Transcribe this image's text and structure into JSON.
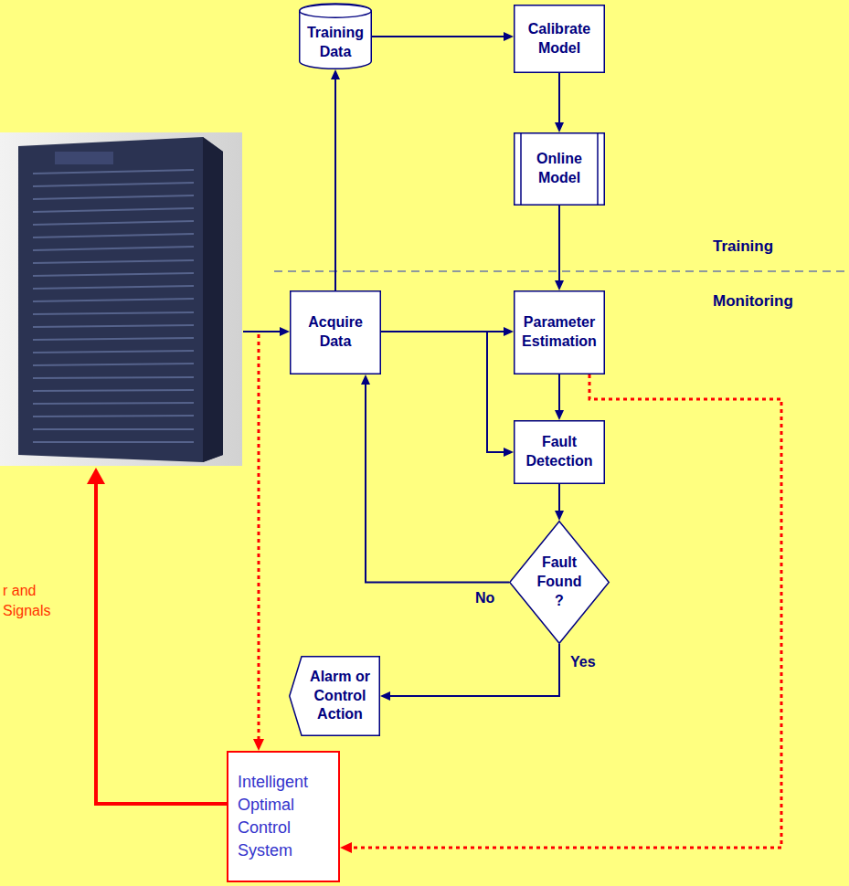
{
  "diagram": {
    "nodes": [
      {
        "text": [
          "Training Data"
        ]
      },
      {
        "text": [
          "Calibrate Model"
        ]
      },
      {
        "text": [
          "Online Model"
        ]
      },
      {
        "text": [
          "Acquire Data"
        ]
      },
      {
        "text": [
          "Parameter Estimation"
        ]
      },
      {
        "text": [
          "Fault Detection"
        ]
      },
      {
        "text": [
          "Fault Found ?"
        ]
      },
      {
        "text": [
          "Alarm or Control Action"
        ]
      },
      {
        "text": [
          "Intelligent Optimal Control System"
        ]
      }
    ],
    "edges": [
      {
        "from": 3,
        "to": 0,
        "arrow": "to"
      },
      {
        "from": 0,
        "to": 1,
        "arrow": "to"
      },
      {
        "from": 1,
        "to": 2,
        "arrow": "to"
      },
      {
        "from": 2,
        "to": 4,
        "arrow": "to"
      },
      {
        "from": 3,
        "to": 4,
        "arrow": "to"
      },
      {
        "from": 3,
        "to": 5,
        "arrow": "to"
      },
      {
        "from": 4,
        "to": 5,
        "arrow": "to"
      },
      {
        "from": 5,
        "to": 6,
        "arrow": "to"
      },
      {
        "from": 6,
        "to": 3,
        "label": "No",
        "arrow": "to"
      },
      {
        "from": 6,
        "to": 7,
        "label": "Yes",
        "arrow": "to"
      },
      {
        "from": 4,
        "to": 8,
        "arrow": "to"
      }
    ],
    "labels": [
      "Training",
      "Monitoring",
      "r and Signals"
    ]
  }
}
